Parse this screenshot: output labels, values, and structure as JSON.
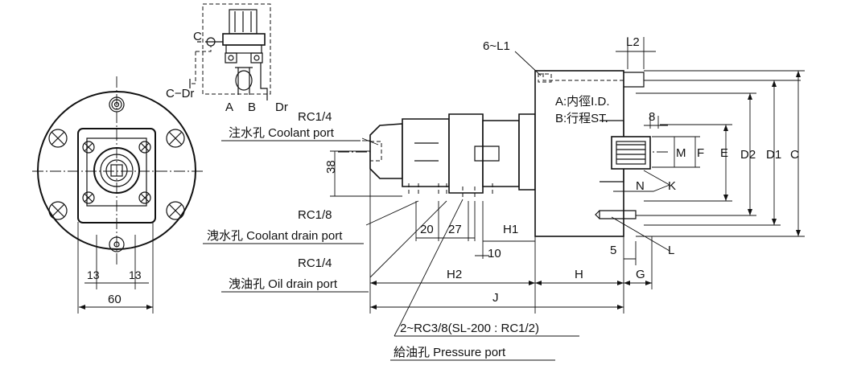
{
  "schematic": {
    "label_c": "C",
    "label_c_dr": "C−Dr",
    "label_a": "A",
    "label_b": "B",
    "label_dr": "Dr"
  },
  "front_view": {
    "dim_13_left": "13",
    "dim_13_right": "13",
    "dim_60": "60"
  },
  "side_view": {
    "mount_holes": "6~L1",
    "dim_l2": "L2",
    "note_a": "A:内徑I.D.",
    "note_b": "B:行程ST.",
    "dim_8": "8",
    "dim_m": "M",
    "dim_f": "F",
    "dim_e": "E",
    "dim_d2": "D2",
    "dim_d1": "D1",
    "dim_c": "C",
    "label_n": "N",
    "label_k": "K",
    "label_l": "L",
    "dim_5": "5",
    "dim_38": "38",
    "dim_20": "20",
    "dim_27": "27",
    "dim_10": "10",
    "dim_h1": "H1",
    "dim_h2": "H2",
    "dim_h": "H",
    "dim_g": "G",
    "dim_j": "J"
  },
  "ports": {
    "coolant_thread": "RC1/4",
    "coolant_label": "注水孔 Coolant port",
    "coolant_drain_thread": "RC1/8",
    "coolant_drain_label": "洩水孔 Coolant drain port",
    "oil_drain_thread": "RC1/4",
    "oil_drain_label": "洩油孔 Oil drain port",
    "pressure_thread": "2~RC3/8(SL-200 : RC1/2)",
    "pressure_label": "給油孔 Pressure port"
  }
}
